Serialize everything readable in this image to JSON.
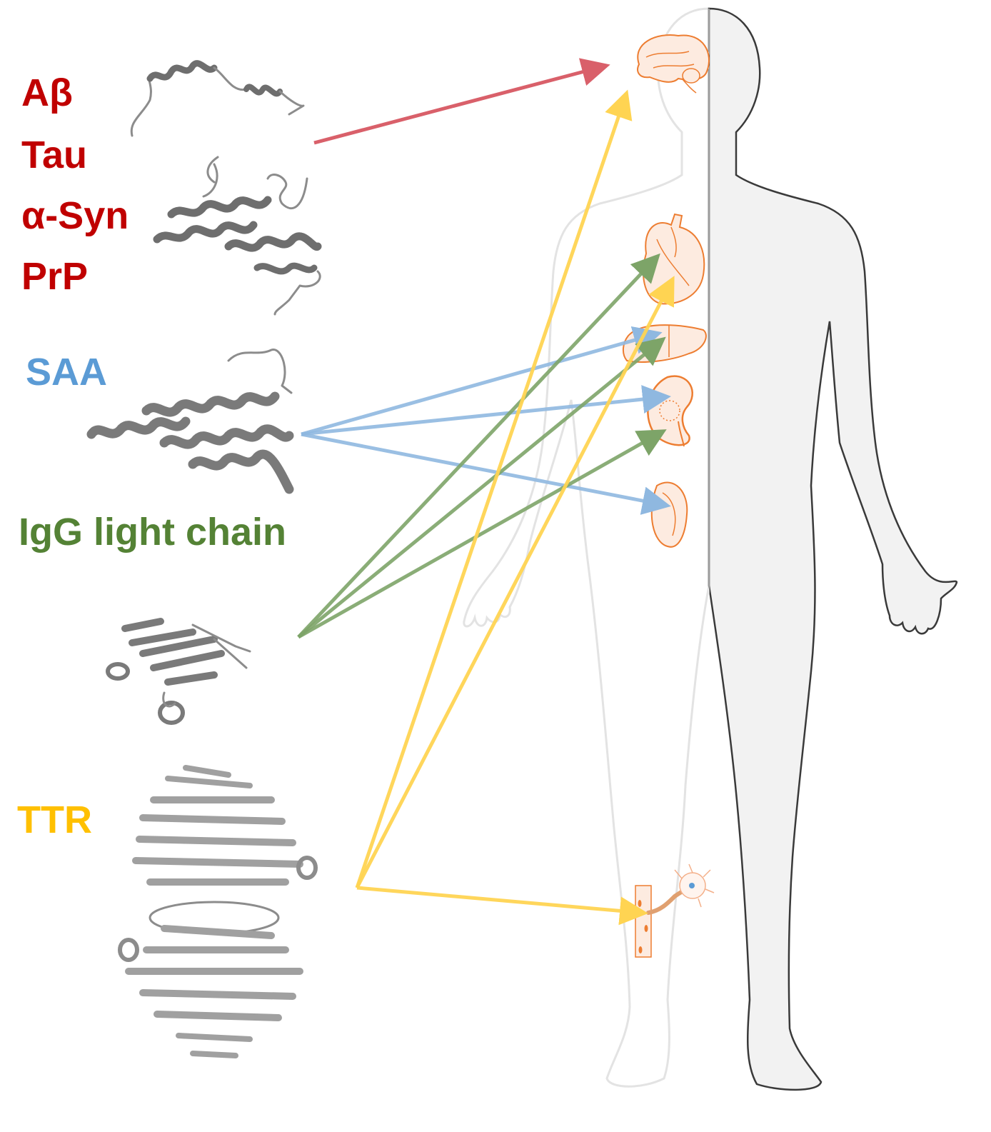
{
  "labels": {
    "abeta": "Aβ",
    "tau": "Tau",
    "asyn": "α-Syn",
    "prp": "PrP",
    "saa": "SAA",
    "igg": "IgG light chain",
    "ttr": "TTR"
  },
  "colors": {
    "neuro": "#c00000",
    "neuro_arrow": "#d9606a",
    "saa": "#5b9bd5",
    "saa_arrow": "#8fb8e0",
    "igg": "#548235",
    "igg_arrow": "#7da468",
    "ttr": "#ffc000",
    "ttr_arrow": "#ffd452",
    "organ": "#ed7d31",
    "organ_fill": "#fdebe0",
    "body_fill": "#f2f2f2",
    "body_outline": "#d9d9d9",
    "protein": "#8c8c8c"
  },
  "icons": {
    "protein_neuro": "helical-peptide-icon",
    "protein_saa": "helix-bundle-icon",
    "protein_igg": "beta-sandwich-icon",
    "protein_ttr": "tetramer-icon",
    "brain": "brain-icon",
    "heart": "heart-icon",
    "liver": "liver-icon",
    "kidney": "kidney-icon",
    "spleen": "spleen-icon",
    "nerve": "nerve-muscle-icon"
  }
}
